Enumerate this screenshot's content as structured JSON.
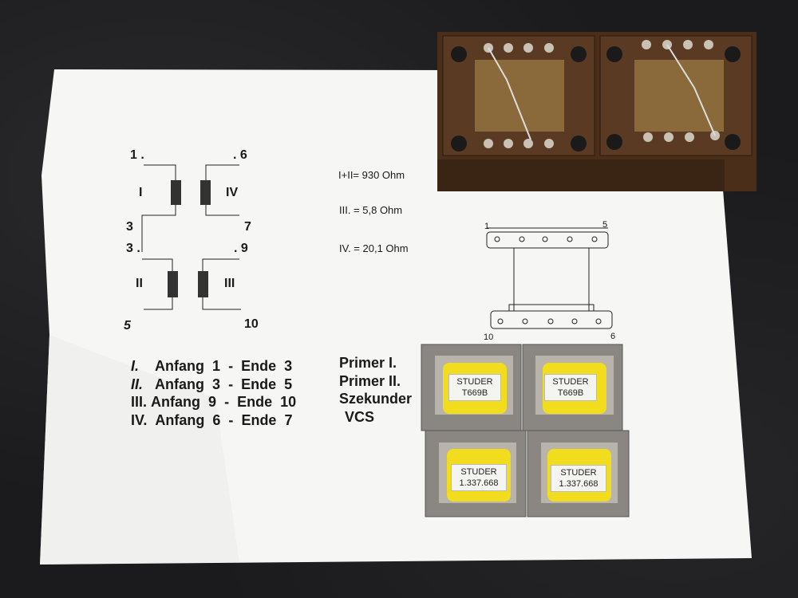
{
  "schematic": {
    "pins": {
      "p1": "1",
      "p6": "6",
      "p3a": "3",
      "p7": "7",
      "p3b": "3",
      "p9": "9",
      "p5": "5",
      "p10": "10"
    },
    "windings": {
      "w1": "I",
      "w4": "IV",
      "w2": "II",
      "w3": "III"
    }
  },
  "resistances": [
    "I+II= 930 Ohm",
    "III. = 5,8 Ohm",
    "IV. = 20,1 Ohm"
  ],
  "bobbin_pins": {
    "top_left": "1",
    "top_right": "5",
    "bottom_left": "10",
    "bottom_right": "6"
  },
  "winding_table": [
    {
      "roman": "I.",
      "start_word": "Anfang",
      "start": "1",
      "dash": "-",
      "end_word": "Ende",
      "end": "3",
      "role": "Primer I."
    },
    {
      "roman": "II.",
      "start_word": "Anfang",
      "start": "3",
      "dash": "-",
      "end_word": "Ende",
      "end": "5",
      "role": "Primer II."
    },
    {
      "roman": "III.",
      "start_word": "Anfang",
      "start": "9",
      "dash": "-",
      "end_word": "Ende",
      "end": "10",
      "role": "Szekunder"
    },
    {
      "roman": "IV.",
      "start_word": "Anfang",
      "start": "6",
      "dash": "-",
      "end_word": "Ende",
      "end": "7",
      "role": "VCS"
    }
  ],
  "transformers": [
    {
      "brand": "STUDER",
      "model": "T669B"
    },
    {
      "brand": "STUDER",
      "model": "T669B"
    },
    {
      "brand": "STUDER",
      "model": "1.337.668"
    },
    {
      "brand": "STUDER",
      "model": "1.337.668"
    }
  ],
  "colors": {
    "paper": "#f6f6f4",
    "bench": "#1b1b1d",
    "bobbin_yellow": "#f2dc1e",
    "core_steel": "#8a8782",
    "pcb_brown": "#5a3a22"
  }
}
